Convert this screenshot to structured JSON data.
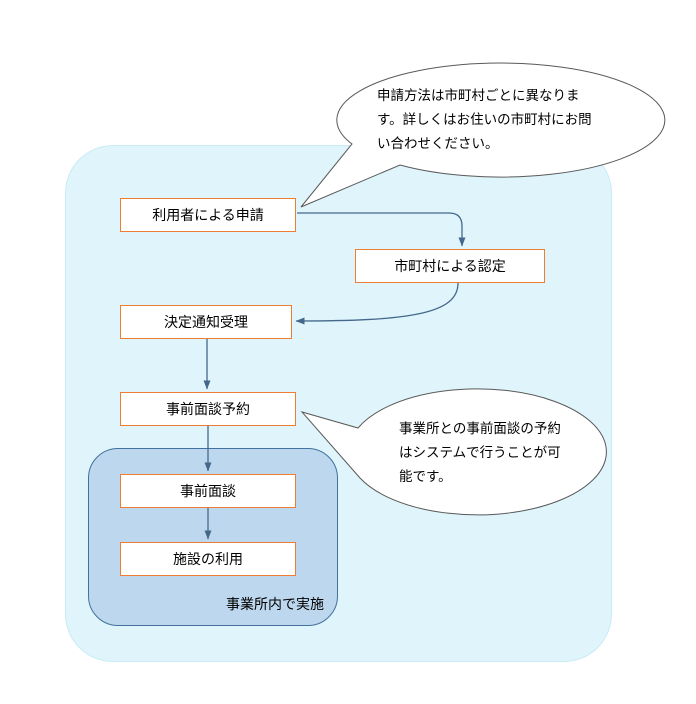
{
  "diagram": {
    "nodes": [
      {
        "label": "利用者による申請"
      },
      {
        "label": "市町村による認定"
      },
      {
        "label": "決定通知受理"
      },
      {
        "label": "事前面談予約"
      },
      {
        "label": "事前面談"
      },
      {
        "label": "施設の利用"
      }
    ],
    "edges": [
      {
        "from": 0,
        "to": 1
      },
      {
        "from": 1,
        "to": 2
      },
      {
        "from": 2,
        "to": 3
      },
      {
        "from": 3,
        "to": 4
      },
      {
        "from": 4,
        "to": 5
      }
    ],
    "group_label": "事業所内で実施",
    "callouts": [
      {
        "text": "申請方法は市町村ごとに異なります。詳しくはお住いの市町村にお問い合わせください。"
      },
      {
        "text": "事業所との事前面談の予約はシステムで行うことが可能です。"
      }
    ],
    "colors": {
      "outer_background": "#DFF5FB",
      "group_background": "#BDD7EE",
      "group_border": "#41719C",
      "node_border": "#ED7D31",
      "node_background": "#FFFFFF",
      "connector": "#44688C",
      "callout_border": "#595959",
      "callout_background": "#FFFFFF",
      "text": "#000000"
    }
  }
}
